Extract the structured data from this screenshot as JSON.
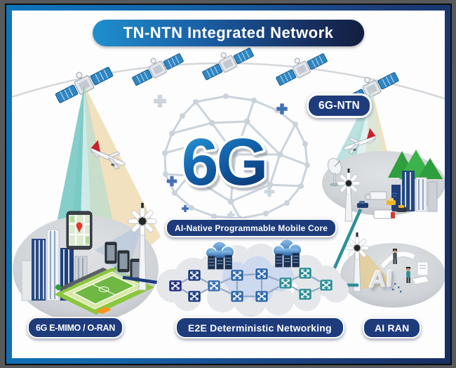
{
  "title": {
    "text": "TN-NTN Integrated Network"
  },
  "logo": {
    "text": "6G"
  },
  "labels": {
    "ntn": "6G-NTN",
    "mobile_core": "AI-Native Programmable Mobile Core",
    "emimo_oran": "6G E-MIMO / O-RAN",
    "e2e": "E2E Deterministic Networking",
    "ai_ran": "AI RAN"
  },
  "scene": {
    "ai_ground_text": "AI"
  },
  "colors": {
    "frame_background": "#58595b",
    "border_gradient_start": "#0e76bc",
    "border_gradient_end": "#182e60",
    "title_gradient_start": "#1f8fcd",
    "title_gradient_end": "#131f3f",
    "pill_navy": "#1e3c7c",
    "logo_gradient_start": "#2ba7e0",
    "logo_gradient_end": "#0b3a77",
    "teal_accent": "#2d9097",
    "switch_navy": "#1e3d80",
    "switch_blue": "#2e67ac",
    "switch_teal": "#2d8f96",
    "mesh_gray": "#cad3db"
  }
}
